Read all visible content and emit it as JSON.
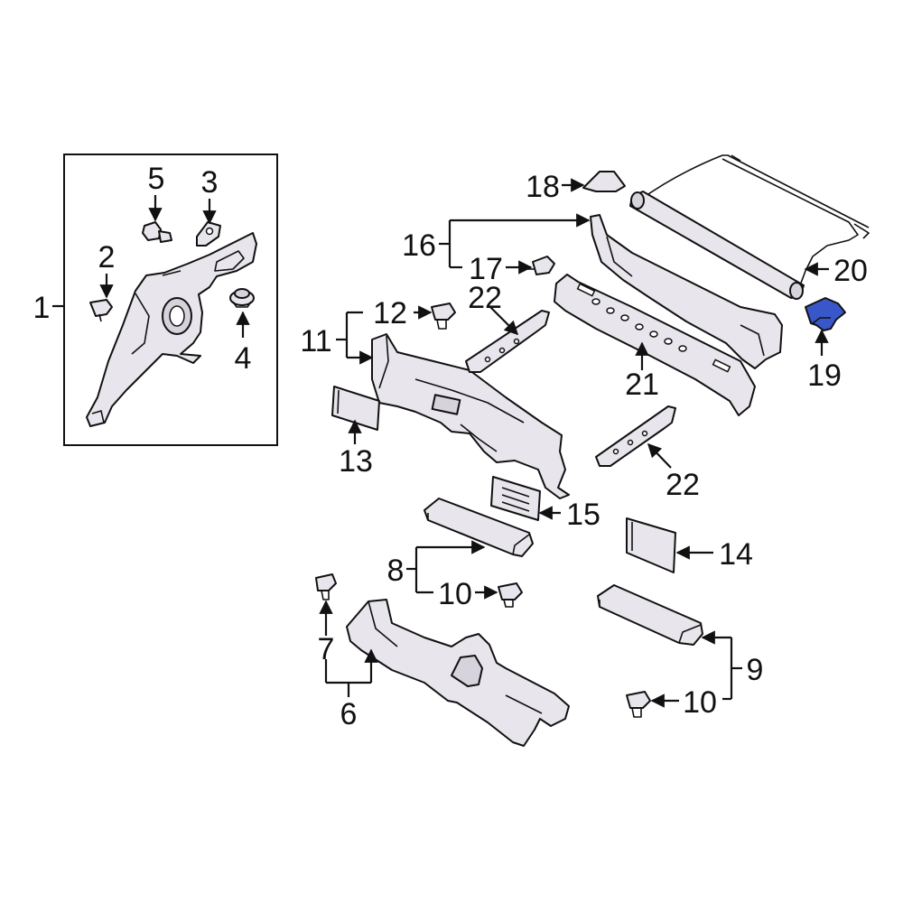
{
  "callouts": {
    "c1": "1",
    "c2": "2",
    "c3": "3",
    "c4": "4",
    "c5": "5",
    "c6": "6",
    "c7": "7",
    "c8": "8",
    "c9": "9",
    "c10a": "10",
    "c10b": "10",
    "c11": "11",
    "c12": "12",
    "c13": "13",
    "c14": "14",
    "c15": "15",
    "c16": "16",
    "c17": "17",
    "c18": "18",
    "c19": "19",
    "c20": "20",
    "c21": "21",
    "c22a": "22",
    "c22b": "22"
  },
  "colors": {
    "highlight": "#3a57c9",
    "line": "#111111",
    "part_fill": "#e8e6ec"
  },
  "highlighted_part": "19"
}
